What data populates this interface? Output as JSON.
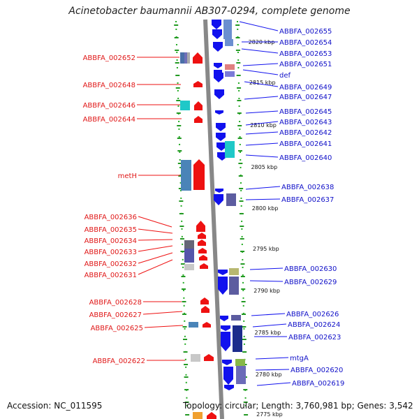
{
  "title": "Acinetobacter baumannii AB307-0294, complete genome",
  "accession_text": "Accession: NC_011595",
  "topology_text": "Topology: circular; Length: 3,760,981 bp; Genes: 3,542",
  "colors": {
    "forward": "#ee1111",
    "reverse": "#1111ee"
  },
  "scale_labels": [
    "2820 kbp",
    "2815 kbp",
    "2810 kbp",
    "2805 kbp",
    "2800 kbp",
    "2795 kbp",
    "2790 kbp",
    "2785 kbp",
    "2780 kbp",
    "2775 kbp"
  ],
  "left_genes": [
    "ABBFA_002652",
    "ABBFA_002648",
    "ABBFA_002646",
    "ABBFA_002644",
    "metH",
    "ABBFA_002636",
    "ABBFA_002635",
    "ABBFA_002634",
    "ABBFA_002633",
    "ABBFA_002632",
    "ABBFA_002631",
    "ABBFA_002628",
    "ABBFA_002627",
    "ABBFA_002625",
    "ABBFA_002622"
  ],
  "right_genes": [
    "ABBFA_002655",
    "ABBFA_002654",
    "ABBFA_002653",
    "ABBFA_002651",
    "def",
    "ABBFA_002649",
    "ABBFA_002647",
    "ABBFA_002645",
    "ABBFA_002643",
    "ABBFA_002642",
    "ABBFA_002641",
    "ABBFA_002640",
    "ABBFA_002638",
    "ABBFA_002637",
    "ABBFA_002630",
    "ABBFA_002629",
    "ABBFA_002626",
    "ABBFA_002624",
    "ABBFA_002623",
    "mtgA",
    "ABBFA_002620",
    "ABBFA_002619"
  ]
}
